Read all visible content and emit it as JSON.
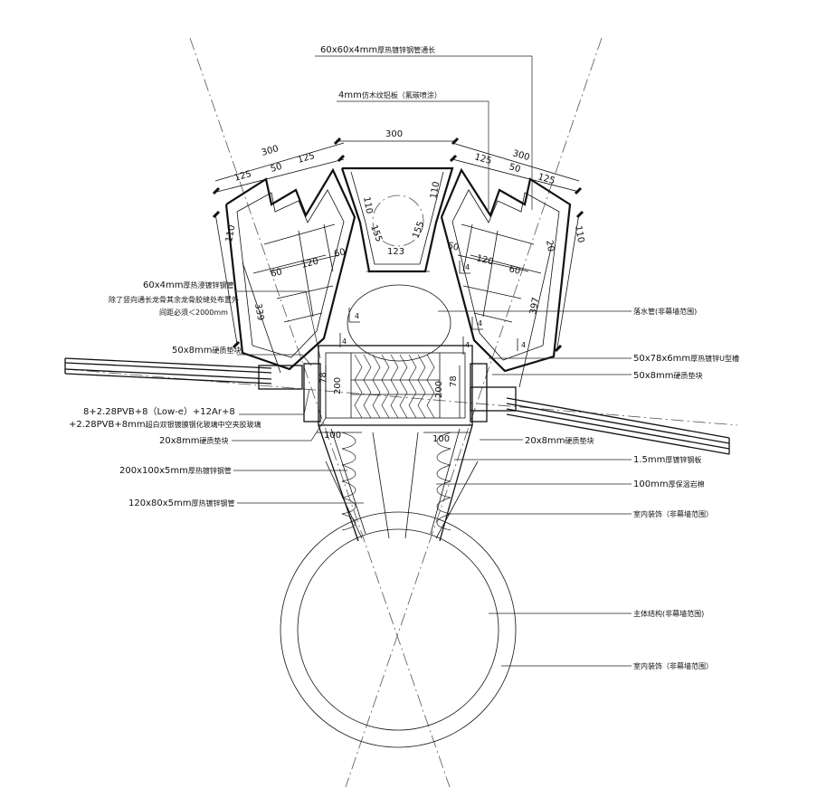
{
  "dimensions": {
    "top_left_300": "300",
    "top_center_300": "300",
    "top_right_300": "300",
    "left_125a": "125",
    "left_50": "50",
    "left_125b": "125",
    "right_125a": "125",
    "right_50": "50",
    "right_125b": "125",
    "left_110": "110",
    "inner_left_110": "110",
    "inner_right_110": "110",
    "right_110": "110",
    "left_155": "155",
    "right_155": "155",
    "bottom_123": "123",
    "left_120": "120",
    "right_120": "120",
    "left_60_a": "60",
    "left_60_b": "60",
    "right_60_a": "60",
    "right_60_b": "60",
    "right_20": "20",
    "left_339": "339",
    "right_397": "397",
    "left_200": "200",
    "right_200": "200",
    "left_78": "78",
    "right_78": "78",
    "left_100": "100",
    "right_100": "100",
    "tag_4_a": "4",
    "tag_4_b": "4",
    "tag_4_c": "4",
    "tag_4_d": "4",
    "tag_4_e": "4",
    "tag_4_f": "4"
  },
  "labels": {
    "top_tube_main": "60x60x4mm",
    "top_tube_sub": "厚热镀锌钢管通长",
    "wood_panel_main": "4mm",
    "wood_panel_sub": "仿木纹铝板（氟碳喷涂）",
    "left_pipe_main": "60x4mm",
    "left_pipe_sub": "厚热浸镀锌钢管",
    "left_pipe_note1": "除了竖向通长龙骨其余龙骨胶缝处布置外",
    "left_pipe_note2": "间距必须＜2000mm",
    "left_pad_main": "50x8mm",
    "left_pad_sub": "硬质垫块",
    "glass_line1": "8+2.28PVB+8（Low-e）+12Ar+8",
    "glass_line2_main": "+2.28PVB+8mm",
    "glass_line2_sub": "超白双银镀膜钢化玻璃中空夹胶玻璃",
    "left_small_pad_main": "20x8mm",
    "left_small_pad_sub": "硬质垫块",
    "rect_tube_main": "200x100x5mm",
    "rect_tube_sub": "厚热镀锌钢管",
    "small_tube_main": "120x80x5mm",
    "small_tube_sub": "厚热镀锌钢管",
    "drain_pipe": "落水管(非幕墙范围)",
    "u_channel_main": "50x78x6mm",
    "u_channel_sub": "厚热镀锌U型槽",
    "right_pad_main": "50x8mm",
    "right_pad_sub": "硬质垫块",
    "right_small_pad_main": "20x8mm",
    "right_small_pad_sub": "硬质垫块",
    "steel_plate_main": "1.5mm",
    "steel_plate_sub": "厚镀锌钢板",
    "insulation_main": "100mm",
    "insulation_sub": "厚保温岩棉",
    "interior_a": "室内装饰（非幕墙范围）",
    "main_structure": "主体结构(非幕墙范围)",
    "interior_b": "室内装饰（非幕墙范围）"
  }
}
